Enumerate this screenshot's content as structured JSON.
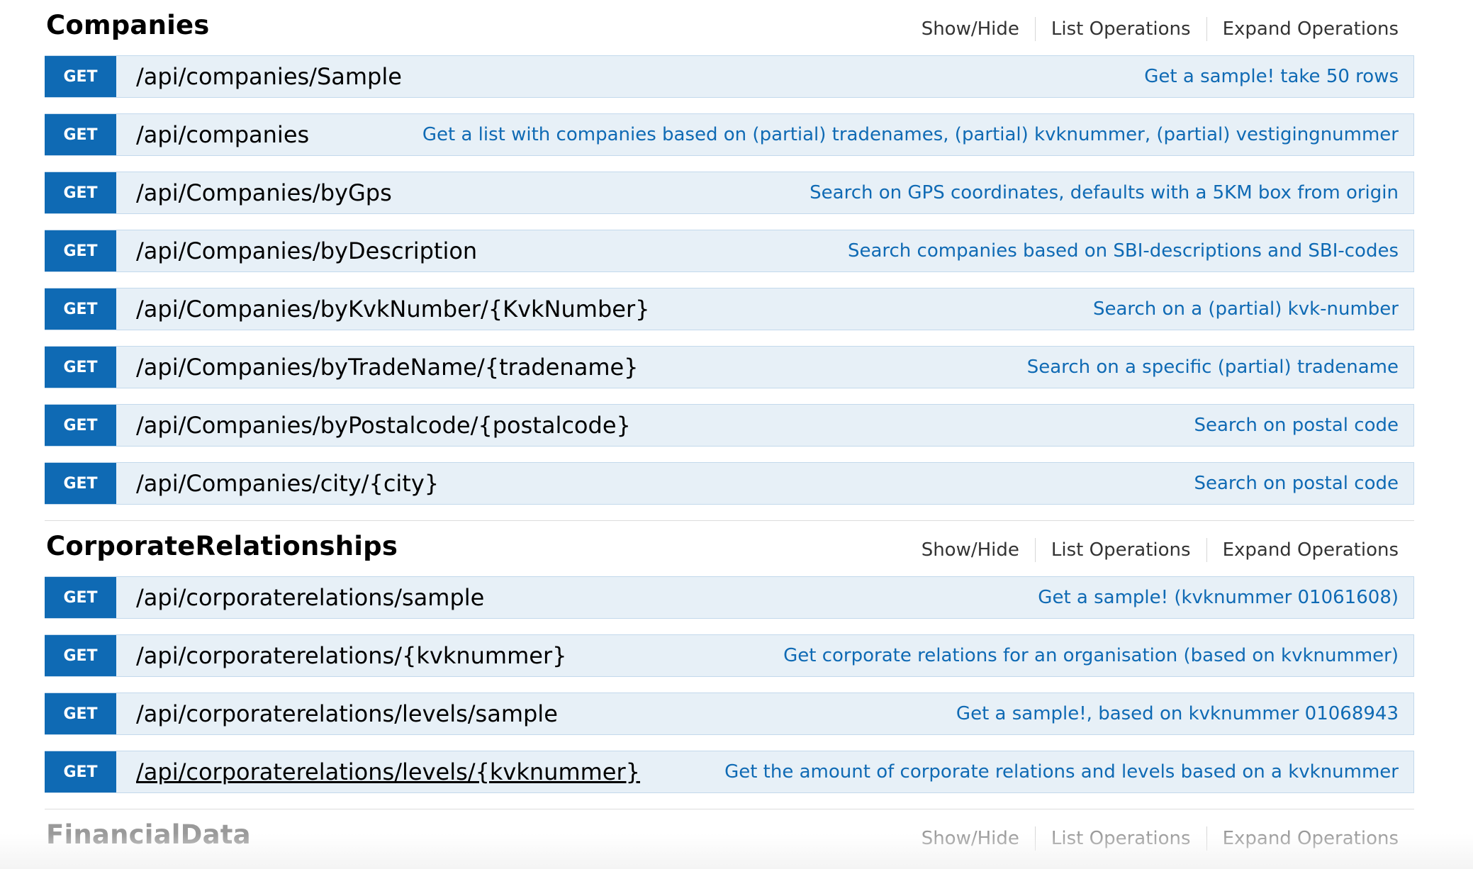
{
  "resources": [
    {
      "title": "Companies",
      "links": {
        "show_hide": "Show/Hide",
        "list_ops": "List Operations",
        "expand_ops": "Expand Operations"
      },
      "endpoints": [
        {
          "method": "GET",
          "path": "/api/companies/Sample",
          "summary": "Get a sample! take 50 rows"
        },
        {
          "method": "GET",
          "path": "/api/companies",
          "summary": "Get a list with companies based on (partial) tradenames, (partial) kvknummer, (partial) vestigingnummer"
        },
        {
          "method": "GET",
          "path": "/api/Companies/byGps",
          "summary": "Search on GPS coordinates, defaults with a 5KM box from origin"
        },
        {
          "method": "GET",
          "path": "/api/Companies/byDescription",
          "summary": "Search companies based on SBI-descriptions and SBI-codes"
        },
        {
          "method": "GET",
          "path": "/api/Companies/byKvkNumber/{KvkNumber}",
          "summary": "Search on a (partial) kvk-number"
        },
        {
          "method": "GET",
          "path": "/api/Companies/byTradeName/{tradename}",
          "summary": "Search on a specific (partial) tradename"
        },
        {
          "method": "GET",
          "path": "/api/Companies/byPostalcode/{postalcode}",
          "summary": "Search on postal code"
        },
        {
          "method": "GET",
          "path": "/api/Companies/city/{city}",
          "summary": "Search on postal code"
        }
      ]
    },
    {
      "title": "CorporateRelationships",
      "links": {
        "show_hide": "Show/Hide",
        "list_ops": "List Operations",
        "expand_ops": "Expand Operations"
      },
      "endpoints": [
        {
          "method": "GET",
          "path": "/api/corporaterelations/sample",
          "summary": "Get a sample! (kvknummer 01061608)"
        },
        {
          "method": "GET",
          "path": "/api/corporaterelations/{kvknummer}",
          "summary": "Get corporate relations for an organisation (based on kvknummer)"
        },
        {
          "method": "GET",
          "path": "/api/corporaterelations/levels/sample",
          "summary": "Get a sample!, based on kvknummer 01068943"
        },
        {
          "method": "GET",
          "path": "/api/corporaterelations/levels/{kvknummer}",
          "summary": "Get the amount of corporate relations and levels based on a kvknummer"
        }
      ]
    },
    {
      "title": "FinancialData",
      "links": {
        "show_hide": "Show/Hide",
        "list_ops": "List Operations",
        "expand_ops": "Expand Operations"
      },
      "endpoints": []
    }
  ],
  "colors": {
    "get_method_bg": "#0f6ab4",
    "endpoint_bg": "#e7f0f7",
    "endpoint_border": "#c3d9ec",
    "summary_text": "#0f6ab4"
  }
}
